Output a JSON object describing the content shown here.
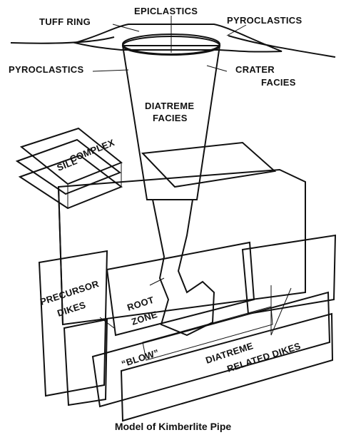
{
  "labels": {
    "tuff_ring": "TUFF RING",
    "epiclastics": "EPICLASTICS",
    "pyroclastics_right": "PYROCLASTICS",
    "pyroclastics_left": "PYROCLASTICS",
    "crater": "CRATER",
    "facies_crater": "FACIES",
    "diatreme": "DIATREME",
    "facies_diatreme": "FACIES",
    "sill": "SILL",
    "complex": "COMPLEX",
    "precursor": "PRECURSOR",
    "dikes": "DIKES",
    "root": "ROOT",
    "zone": "ZONE",
    "blow": "“BLOW”",
    "diatreme_related": "DIATREME",
    "related_dikes": "RELATED DIKES"
  },
  "caption": "Model of Kimberlite Pipe",
  "colors": {
    "ink": "#111111",
    "background": "#ffffff"
  }
}
